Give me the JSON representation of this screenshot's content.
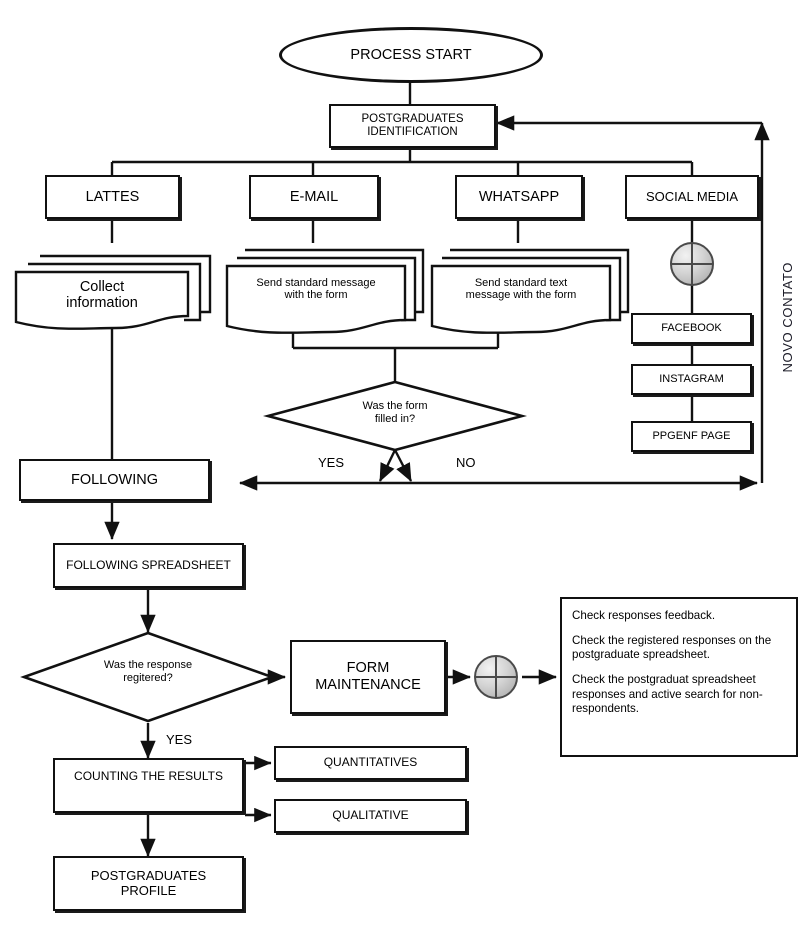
{
  "diagram": {
    "title_vertical_label": "NOVO CONTATO",
    "nodes": {
      "process_start": "PROCESS START",
      "postgraduates_identification": "POSTGRADUATES\nIDENTIFICATION",
      "lattes": "LATTES",
      "email": "E-MAIL",
      "whatsapp": "WHATSAPP",
      "social_media": "SOCIAL MEDIA",
      "collect_information": "Collect\ninformation",
      "send_standard_message": "Send standard message\nwith the form",
      "send_standard_text": "Send standard text\nmessage with the form",
      "facebook": "FACEBOOK",
      "instagram": "INSTAGRAM",
      "ppgenf_page": "PPGENF PAGE",
      "decision_form_filled": "Was the form\nfilled in?",
      "following": "FOLLOWING",
      "following_spreadsheet": "FOLLOWING SPREADSHEET",
      "decision_response_registered": "Was the response\nregitered?",
      "form_maintenance": "FORM\nMAINTENANCE",
      "counting_results": "COUNTING THE RESULTS",
      "quantitatives": "QUANTITATIVES",
      "qualitative": "QUALITATIVE",
      "postgraduates_profile": "POSTGRADUATES\nPROFILE"
    },
    "edge_labels": {
      "yes_form": "YES",
      "no_form": "NO",
      "yes_registered": "YES"
    },
    "note_box": {
      "line1": "Check responses feedback.",
      "line2": "Check the registered responses on the postgraduate spreadsheet.",
      "line3": "Check the postgraduat spreadsheet responses and active search for non-respondents."
    },
    "colors": {
      "stroke": "#111111",
      "background": "#ffffff",
      "connector_fill": "#c9c9c9",
      "vertical_label": "#1c1c28"
    },
    "icons": {
      "connector_social": "crosshair-connector-icon",
      "connector_maintenance": "crosshair-connector-icon"
    }
  }
}
